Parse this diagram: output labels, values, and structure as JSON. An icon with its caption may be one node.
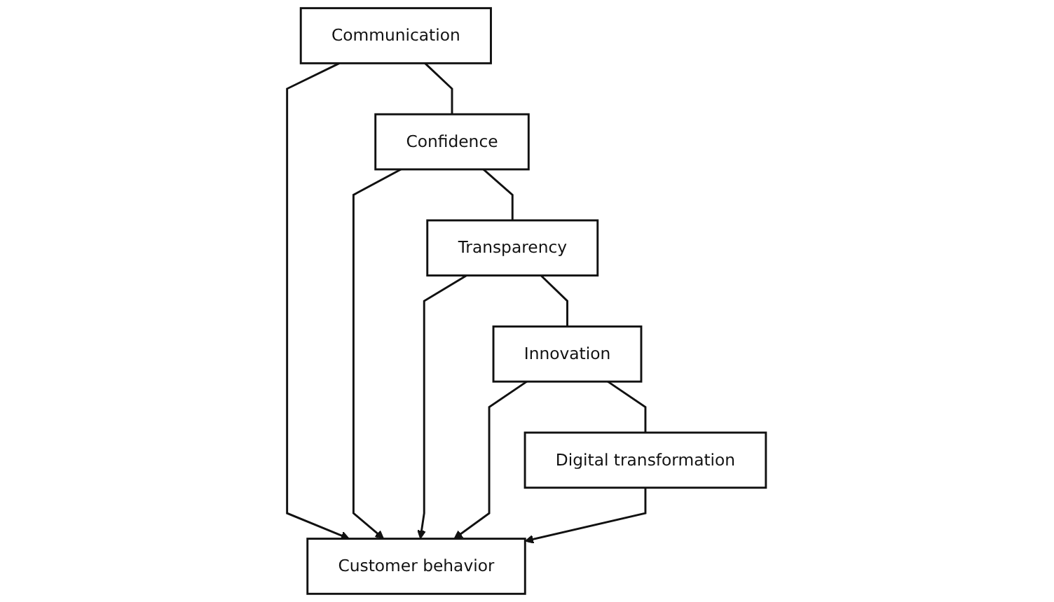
{
  "diagram": {
    "nodes": [
      {
        "text": [
          "Communication"
        ]
      },
      {
        "text": [
          "Confidence"
        ]
      },
      {
        "text": [
          "Transparency"
        ]
      },
      {
        "text": [
          "Innovation"
        ]
      },
      {
        "text": [
          "Customer behavior"
        ]
      },
      {
        "text": [
          "Digital transformation"
        ]
      }
    ],
    "edges": [
      {
        "from": 0,
        "to": 1,
        "arrow": "none"
      },
      {
        "from": 1,
        "to": 2,
        "arrow": "none"
      },
      {
        "from": 2,
        "to": 3,
        "arrow": "none"
      },
      {
        "from": 0,
        "to": 4,
        "arrow": "to"
      },
      {
        "from": 1,
        "to": 4,
        "arrow": "to"
      },
      {
        "from": 2,
        "to": 4,
        "arrow": "to"
      },
      {
        "from": 3,
        "to": 4,
        "arrow": "to"
      },
      {
        "from": 3,
        "to": 5,
        "arrow": "none"
      },
      {
        "from": 5,
        "to": 4,
        "arrow": "to"
      }
    ]
  }
}
